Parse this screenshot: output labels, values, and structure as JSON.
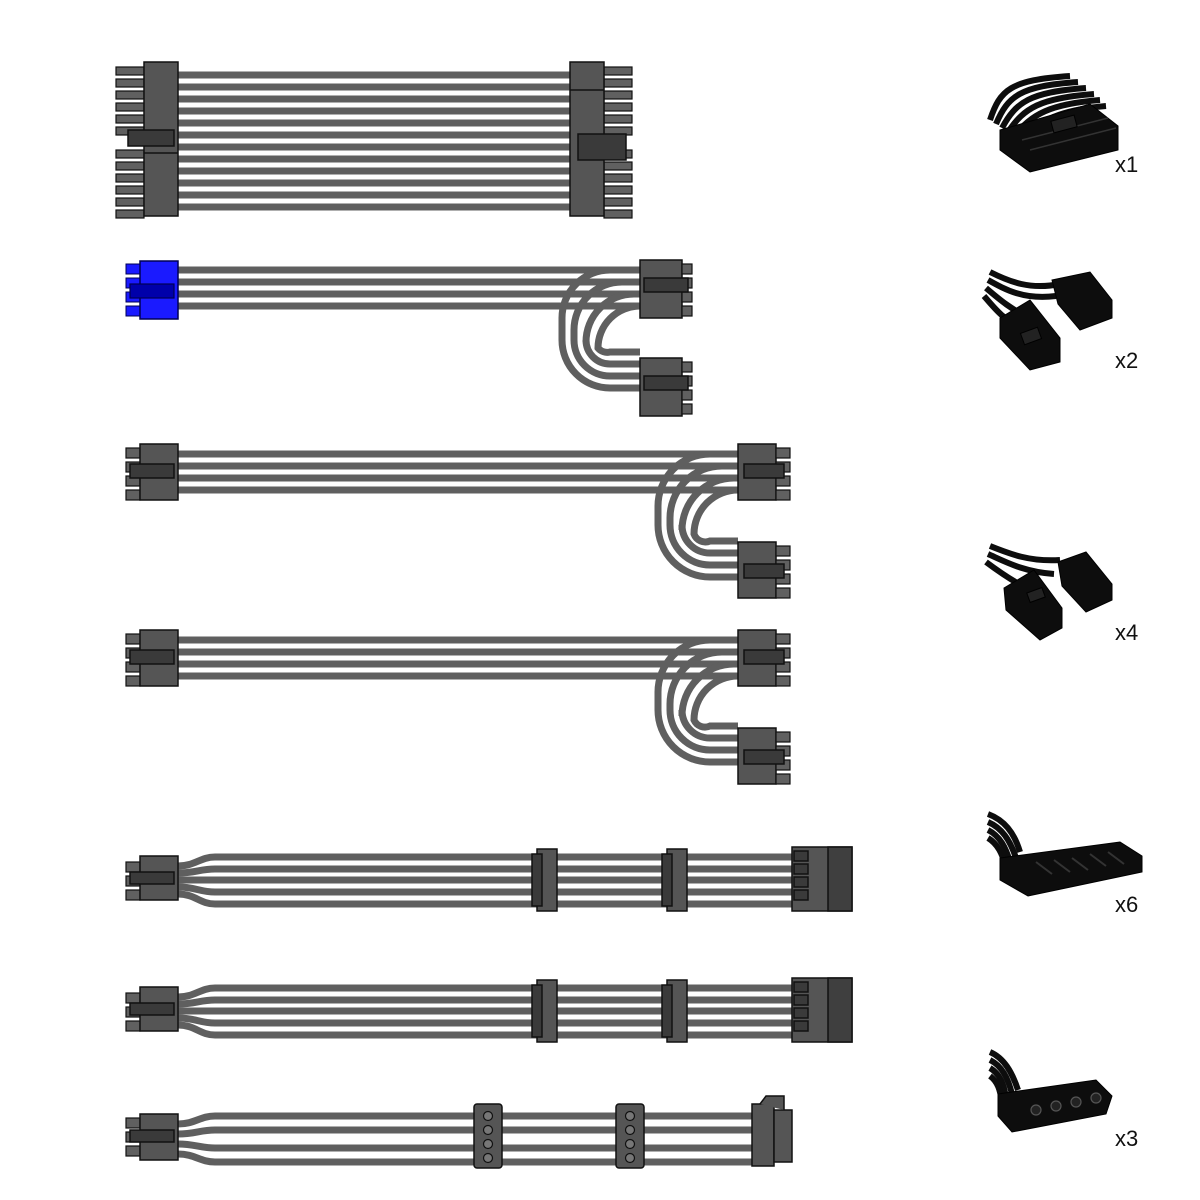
{
  "colors": {
    "background": "#ffffff",
    "wire": "#5f5f5f",
    "connector": "#555555",
    "connector_dark": "#3a3a3a",
    "outline": "#111111",
    "accent_blue": "#1a1aff",
    "photo_black": "#0d0d0d"
  },
  "cables": [
    {
      "id": "atx-24pin",
      "thumbnail_icon": "atx-24pin-connector-photo",
      "quantity": "x1"
    },
    {
      "id": "cpu-eps-4plus4",
      "thumbnail_icon": "eps-4plus4-connector-photo",
      "quantity": "x2"
    },
    {
      "id": "pcie-6plus2-a",
      "thumbnail_icon": "pcie-6plus2-connector-photo",
      "quantity": "x4"
    },
    {
      "id": "pcie-6plus2-b"
    },
    {
      "id": "sata-a",
      "thumbnail_icon": "sata-connector-photo",
      "quantity": "x6"
    },
    {
      "id": "sata-b"
    },
    {
      "id": "molex",
      "thumbnail_icon": "molex-connector-photo",
      "quantity": "x3"
    }
  ]
}
